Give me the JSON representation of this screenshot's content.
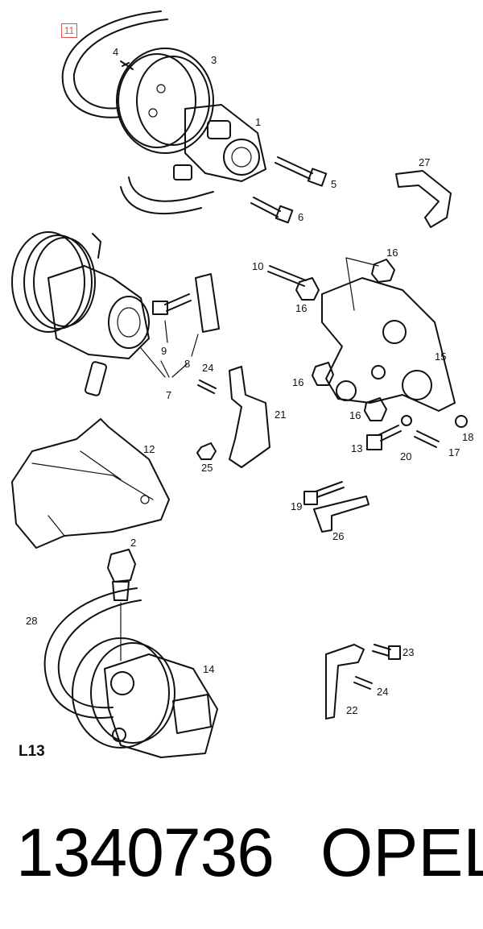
{
  "diagram": {
    "callouts": [
      "11",
      "4",
      "3",
      "1",
      "5",
      "6",
      "27",
      "10",
      "16",
      "16",
      "15",
      "16",
      "16",
      "13",
      "20",
      "17",
      "18",
      "12",
      "9",
      "8",
      "7",
      "24",
      "21",
      "25",
      "19",
      "26",
      "2",
      "28",
      "14",
      "23",
      "24",
      "22"
    ],
    "variant_label": "L13"
  },
  "footer": {
    "part_number": "1340736",
    "brand": "OPEL"
  }
}
